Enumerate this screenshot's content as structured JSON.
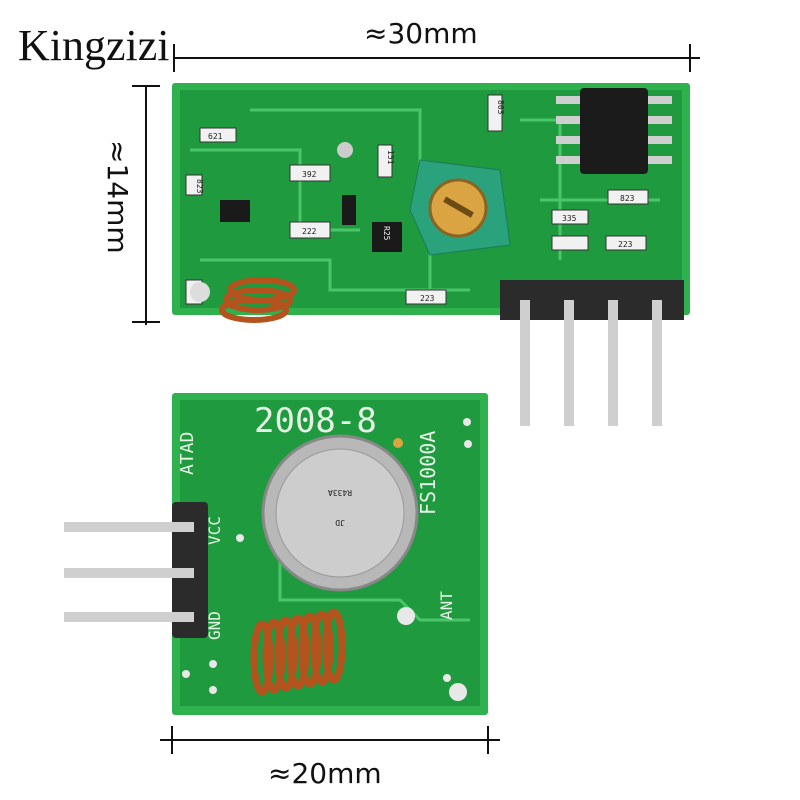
{
  "watermark": "Kingzizi",
  "dimensions": {
    "width_receiver": "≈30mm",
    "height_receiver": "≈14mm",
    "width_transmitter": "≈20mm"
  },
  "transmitter": {
    "date_code": "2008-8",
    "model": "FS1000A",
    "pin_data": "ATAD",
    "pin_vcc": "VCC",
    "pin_gnd": "GND",
    "pin_ant": "ANT",
    "resonator_line1": "R433A",
    "resonator_line2": "JD"
  },
  "receiver": {
    "component_codes": [
      "621",
      "823",
      "392",
      "222",
      "151",
      "335",
      "223",
      "R25",
      "803",
      "823",
      "223"
    ]
  },
  "colors": {
    "pcb": "#1f9a3e",
    "pcb_edge": "#2fb24e",
    "coil": "#b4531d",
    "pin": "#c9c9c9",
    "header": "#2b2b2b"
  }
}
